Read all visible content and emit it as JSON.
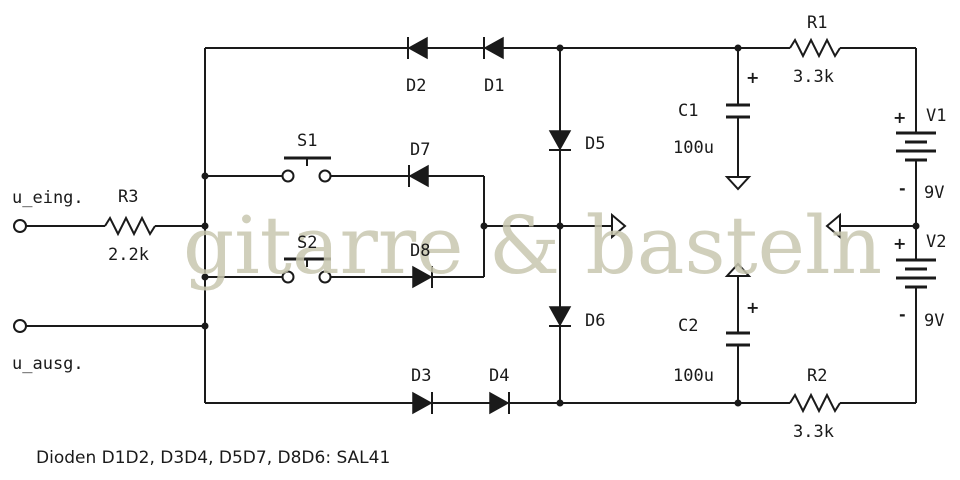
{
  "components": {
    "d1": "D1",
    "d2": "D2",
    "d3": "D3",
    "d4": "D4",
    "d5": "D5",
    "d6": "D6",
    "d7": "D7",
    "d8": "D8",
    "s1": "S1",
    "s2": "S2",
    "r1": "R1",
    "r1_value": "3.3k",
    "r2": "R2",
    "r2_value": "3.3k",
    "r3": "R3",
    "r3_value": "2.2k",
    "c1": "C1",
    "c1_value": "100u",
    "c2": "C2",
    "c2_value": "100u",
    "v1": "V1",
    "v1_value": "9V",
    "v2": "V2",
    "v2_value": "9V"
  },
  "terminals": {
    "input": "u_eing.",
    "output": "u_ausg."
  },
  "polarity": {
    "plus": "+",
    "minus": "-"
  },
  "watermark": "gitarre & basteln",
  "note": "Dioden D1D2, D3D4, D5D7, D8D6: SAL41",
  "colors": {
    "ink": "#1a1a1a",
    "watermark": "#c8c7b0"
  }
}
